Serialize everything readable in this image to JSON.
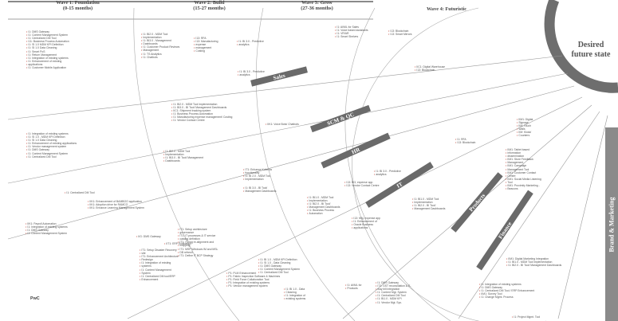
{
  "waves": [
    {
      "title": "Wave 1: Foundation",
      "period": "(0-15 months)"
    },
    {
      "title": "Wave 2: Build",
      "period": "(15-27 months)"
    },
    {
      "title": "Wave 3: Grow",
      "period": "(27-36 months)"
    },
    {
      "title": "Wave 4: Futuristic",
      "period": ""
    }
  ],
  "desired_state": {
    "line1": "Desired",
    "line2": "future state"
  },
  "footer": {
    "logo": "PwC"
  },
  "spokes": [
    {
      "label": "Sales"
    },
    {
      "label": "SCM & QC"
    },
    {
      "label": "HR"
    },
    {
      "label": "IT"
    },
    {
      "label": "Products"
    },
    {
      "label": "Finance"
    },
    {
      "label": "Brand & Marketing"
    }
  ],
  "blocks": [
    {
      "items": [
        "I1: DMS Gateway",
        "I1: Content Management System",
        "I1: Centralized DM Tool",
        "I11: Business Process Automation",
        "I1: SI 1.0 MDM KPI Definition",
        "I1: SI 1.0 Data Cleaning",
        "I1: Smart PoS",
        "I1: Return Management",
        "I1: Integration of existing systems",
        "I1: Enhancement of existing",
        "applications",
        "I1: Customer Mobile Application"
      ]
    },
    {
      "items": [
        "I1: BI2.0 - MDM Tool",
        "Implementation",
        "I1: BI3.0 - Management",
        "Dashboards",
        "I1: Customer Product Reviews",
        "Management",
        "I1: TS Analytics",
        "I1: Chatbots"
      ]
    },
    {
      "items": [
        "I13: RFA",
        "I13: Manufacturing",
        "expense",
        "management",
        "Costing"
      ]
    },
    {
      "items": [
        "I1: BI 3.0 - Predictive",
        "analytics"
      ]
    },
    {
      "items": [
        "I1: AI/ML for Sales",
        "I1: Voice based assistants",
        "I1: VR/AR",
        "I1: Smart Shelves"
      ]
    },
    {
      "items": [
        "I13: Blockchain",
        "I13: Smart Mirrors"
      ]
    },
    {
      "items": [
        "IIC1: Digital Warehouse",
        "I13: Blockchain"
      ]
    },
    {
      "items": [
        "I1: BI 3.0 - Predictive",
        "analytics"
      ]
    },
    {
      "items": [
        "I1: BI2.0 - MDM Tool Implementation",
        "I1: BI3.0 - BI Tool/ Management Dashboards",
        "IIC1: Shipment tracking system",
        "I1: Business Process Automation",
        "I1: Manufacturing expense management/ Costing",
        "I1: Vendor Contact Centre"
      ]
    },
    {
      "items": [
        "IIK1: Voice Bots/ Chatbots"
      ]
    },
    {
      "items": [
        "I1: Integration of existing systems",
        "I1: SI 1.0 - MDM KPI Definition",
        "I1: SI 1.0 Data Cleaning",
        "I1: Enhancement of existing applications",
        "I1: Vendor management system",
        "I1: DMS Gateway",
        "I1: Content Management System",
        "I1: Centralized DM Tool"
      ]
    },
    {
      "items": [
        "I1: BI2.0 - MDM Tool",
        "Implementation",
        "I1: BI3.0 - BI Tool/ Management",
        "Dashboards"
      ]
    },
    {
      "items": [
        "IT1: Enhance Kubecta",
        "functionality",
        "I1: BI 2.0 - MDM Tool",
        "Implementation"
      ]
    },
    {
      "items": [
        "I1: BI 3.0 - BI Tool/",
        "Management Dashboards"
      ]
    },
    {
      "items": [
        "I1: Centralized DM Tool"
      ]
    },
    {
      "items": [
        "IIK1: Enhancement of BAMBOO application",
        "IIK1: Adoption drive for RAMCO",
        "IIK1: Enhance Learning Management System"
      ]
    },
    {
      "items": [
        "IIK1: Payroll Automation",
        "I1: Integration of existing systems",
        "I1: DMS Gateway",
        "I1: Content Management System"
      ]
    },
    {
      "items": [
        "IIG: DMS Gateway"
      ]
    },
    {
      "items": [
        "IIT1: ERP Evaluation"
      ]
    },
    {
      "items": [
        "IT1: Setup Disaster Recovery",
        "site",
        "IT1: Enhancement Architecture",
        "Redesign",
        "I1: Integration of existing",
        "systems",
        "I1: Content Management",
        "System",
        "I1: Centralized DM tool/ERP",
        "Enhancement"
      ]
    },
    {
      "items": [
        "IT1: Setup architecture",
        "governance",
        "IT1: IT processes & IT service",
        "catalog definition",
        "IT1: IT bag re-alignment and",
        "mapping",
        "IT1: MSP Windows IM and MSL",
        "DB refresh",
        "IT1: Define IT BCP Strategy"
      ]
    },
    {
      "items": [
        "I1: BI1.0 - MDM Tool",
        "Implementation",
        "I1: BI2.0 - BI Tool/",
        "Management Dashboards",
        "I1: Business Process",
        "Automation"
      ]
    },
    {
      "items": [
        "I13: BI3, expense app",
        "I13: Vendor Contact Centre"
      ]
    },
    {
      "items": [
        "I13: Mfg. expense app",
        "I1: Enhancement of",
        "Oracle Business",
        "applications"
      ]
    },
    {
      "items": [
        "I1: BI1.0 - MDM Tool",
        "Implementation",
        "I1: BI2.0 - BI Tool/",
        "Management Dashboards"
      ]
    },
    {
      "items": [
        "I1: BI 3.0 - Predictive",
        "analytics"
      ]
    },
    {
      "items": [
        "I1: RFA",
        "I13: Blockchain"
      ]
    },
    {
      "items": [
        "IIM1: Digital",
        "Signage",
        "IIM: Touch",
        "Walls",
        "IIM: Kiosk/",
        "Counters"
      ]
    },
    {
      "items": [
        "IIM1: Tablet based",
        "information",
        "dissemination",
        "IIM1: Store Feedback",
        "Management",
        "IIM1: Campaign",
        "Management Tool",
        "IIM1: Customer Contact",
        "Centre",
        "IIM1: Social Media Listening",
        "Tool",
        "IIM1: Proximity Marketing -",
        "Beacons"
      ]
    },
    {
      "items": [
        "IIM1: Digital Marketing Integration",
        "I1: BI1.0 - MDM Tool Implementation",
        "I1: BI2.0 - BI Tool/ Management Dashboards"
      ]
    },
    {
      "items": [
        "I1: BI 1.0 - MDM KPI Definition",
        "I1: SI 1.0 - Data Cleaning",
        "I1: DMS Gateway",
        "I1: Content Management System",
        "I1: Centralized DM Tool"
      ]
    },
    {
      "items": [
        "P1: PLM Enhancement",
        "P1: Fabric Inspection Software & Machines",
        "P1: Field Force Collaboration Tool",
        "P1: Integration of existing systems",
        "P1: Vendor management system"
      ]
    },
    {
      "items": [
        "I1: AI/ML for",
        "Products"
      ]
    },
    {
      "items": [
        "I1: BI 1.0 - Data",
        "Cleaning",
        "I1: Integration of",
        "existing systems"
      ]
    },
    {
      "items": [
        "I1: DMS Gateway",
        "IT1: GST reconciliation & E-",
        "way bill integration",
        "I1: Content Mgt. System",
        "I1: Centralized DM Tool",
        "I1: BI1.0 - MDM KPI",
        "I1: Vendor Mgt. Sys."
      ]
    },
    {
      "items": [
        "I1: Integration of existing systems",
        "I1: DMS Gateway",
        "I1: Centralized DM Tool / ERP Enhancement",
        "IIM1: Survey Tool",
        "I1: Change Mgmt. Process"
      ]
    },
    {
      "items": [
        "I1: Project Mgmt. Tool"
      ]
    }
  ]
}
